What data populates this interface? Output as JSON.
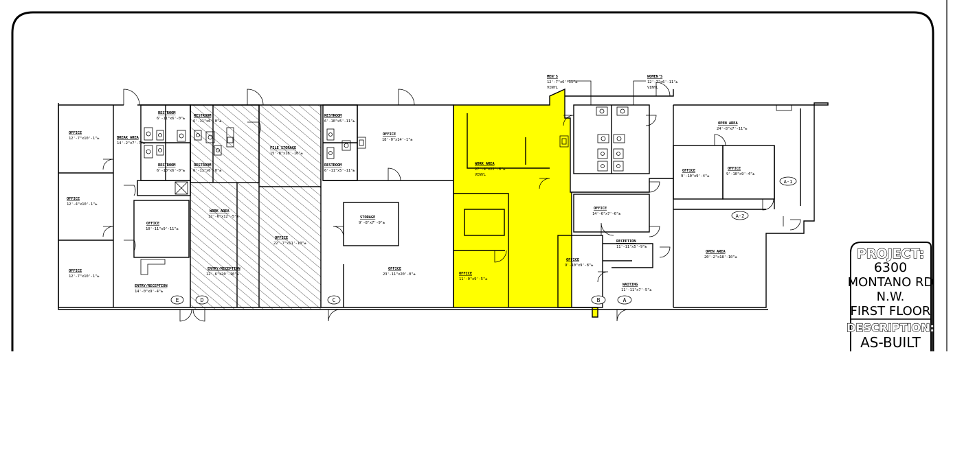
{
  "title_block": {
    "project_label": "PROJECT:",
    "address_number": "6300",
    "address_street": "MONTANO RD",
    "address_dir": "N.W.",
    "floor": "FIRST FLOOR",
    "description_label": "DESCRIPTION:",
    "description_value": "AS-BUILT"
  },
  "colors": {
    "highlight": "#ffff00",
    "hatch": "#5a5a5a",
    "line": "#000000",
    "background": "#ffffff"
  },
  "rooms": {
    "office_1": {
      "name": "OFFICE",
      "dims": "12'-7\"x10'-1\"±"
    },
    "office_2": {
      "name": "OFFICE",
      "dims": "12'-4\"x10'-1\"±"
    },
    "office_3": {
      "name": "OFFICE",
      "dims": "12'-7\"x10'-1\"±"
    },
    "break_area": {
      "name": "BREAK AREA",
      "dims": "14'-2\"x7'-7\"±"
    },
    "restroom_1": {
      "name": "RESTROOM",
      "dims": "6'-11\"x6'-0\"±"
    },
    "restroom_2": {
      "name": "RESTROOM",
      "dims": "6'-11\"x6'-0\"±"
    },
    "restroom_3": {
      "name": "RESTROOM",
      "dims": "6'-10\"x6'-0\"±"
    },
    "restroom_4": {
      "name": "RESTROOM",
      "dims": "6'-11\"x6'-0\"±"
    },
    "office_4": {
      "name": "OFFICE",
      "dims": "10'-11\"x9'-11\"±"
    },
    "entry_reception_1": {
      "name": "ENTRY/RECEPTION",
      "dims": "14'-0\"x9'-4\"±"
    },
    "file_storage": {
      "name": "FILE STORAGE",
      "dims": "15'-8\"x18'-10\"±"
    },
    "work_area_1": {
      "name": "WORK AREA",
      "dims": "12'-6\"x12'-5\"±"
    },
    "office_5": {
      "name": "OFFICE",
      "dims": "22'-7\"x11'-10\"±"
    },
    "entry_reception_2": {
      "name": "ENTRY/RECEPTION",
      "dims": "12'-6\"x20'-10\"±"
    },
    "restroom_5": {
      "name": "RESTROOM",
      "dims": "6'-10\"x5'-11\"±"
    },
    "restroom_6": {
      "name": "RESTROOM",
      "dims": "6'-11\"x5'-11\"±"
    },
    "office_6": {
      "name": "OFFICE",
      "dims": "18'-0\"x14'-1\"±"
    },
    "storage": {
      "name": "STORAGE",
      "dims": "9'-8\"x7'-9\"±"
    },
    "office_7": {
      "name": "OFFICE",
      "dims": "23'-11\"x20'-0\"±"
    },
    "work_area_2": {
      "name": "WORK AREA",
      "dims": "27'-4\"x22'-6\"±",
      "note": "VINYL"
    },
    "office_8": {
      "name": "OFFICE",
      "dims": "11'-0\"x9'-5\"±"
    },
    "mens": {
      "name": "MEN'S",
      "dims": "12'-7\"x6'-11\"±",
      "note": "VINYL"
    },
    "womens": {
      "name": "WOMEN'S",
      "dims": "12'-7\"x6'-11\"±",
      "note": "VINYL"
    },
    "office_9": {
      "name": "OFFICE",
      "dims": "14'-6\"x7'-6\"±"
    },
    "office_10": {
      "name": "OFFICE",
      "dims": "9'-10\"x9'-8\"±"
    },
    "reception": {
      "name": "RECEPTION",
      "dims": "11'-11\"x5'-9\"±"
    },
    "waiting": {
      "name": "WAITING",
      "dims": "11'-11\"x7'-5\"±"
    },
    "open_area_1": {
      "name": "OPEN AREA",
      "dims": "24'-8\"x7'-11\"±"
    },
    "office_11": {
      "name": "OFFICE",
      "dims": "9'-10\"x9'-4\"±"
    },
    "office_12": {
      "name": "OFFICE",
      "dims": "9'-10\"x9'-4\"±"
    },
    "open_area_2": {
      "name": "OPEN AREA",
      "dims": "20'-2\"x18'-10\"±"
    }
  },
  "markers": {
    "E": "E",
    "D": "D",
    "C": "C",
    "B": "B",
    "A": "A",
    "A1": "A-1",
    "A2": "A-2"
  }
}
